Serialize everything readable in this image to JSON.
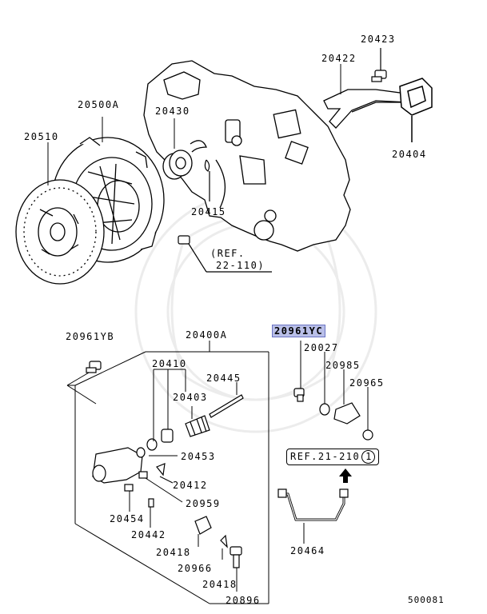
{
  "diagram": {
    "figure_number": "500081",
    "parts": {
      "p20423": "20423",
      "p20422": "20422",
      "p20500A": "20500A",
      "p20430": "20430",
      "p20510": "20510",
      "p20404": "20404",
      "p20415": "20415",
      "ref_22_110_line1": "(REF.",
      "ref_22_110_line2": "22-110)",
      "p20961YB": "20961YB",
      "p20400A": "20400A",
      "p20961YC": "20961YC",
      "p20027": "20027",
      "p20410": "20410",
      "p20445": "20445",
      "p20985": "20985",
      "p20403": "20403",
      "p20965": "20965",
      "p20453": "20453",
      "ref_21_210": "REF.21-210",
      "ref_21_210_num": "1",
      "p20412": "20412",
      "p20959": "20959",
      "p20454": "20454",
      "p20442": "20442",
      "p20418_a": "20418",
      "p20464": "20464",
      "p20966": "20966",
      "p20418_b": "20418",
      "p20896": "20896"
    },
    "highlight_color": "#b9bfe8"
  }
}
